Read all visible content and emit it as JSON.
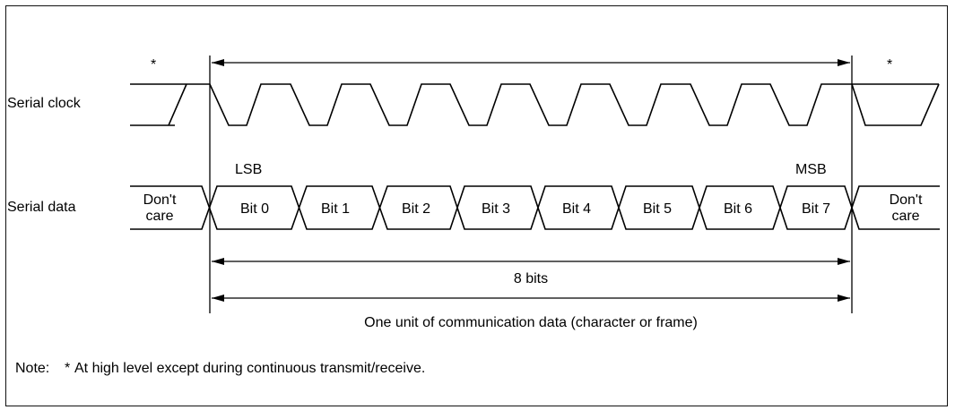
{
  "signals": {
    "clock_label": "Serial clock",
    "data_label": "Serial data"
  },
  "asterisk": "*",
  "lsb": "LSB",
  "msb": "MSB",
  "data_cells": {
    "lead": [
      "Don't",
      "care"
    ],
    "bits": [
      "Bit 0",
      "Bit 1",
      "Bit 2",
      "Bit 3",
      "Bit 4",
      "Bit 5",
      "Bit 6",
      "Bit 7"
    ],
    "trail": [
      "Don't",
      "care"
    ]
  },
  "clock_pulses": 8,
  "dimensions": {
    "bits_label": "8 bits",
    "unit_label": "One unit of communication data (character or frame)"
  },
  "note": {
    "label": "Note:",
    "mark": "*",
    "text": "At high level except during continuous transmit/receive."
  }
}
